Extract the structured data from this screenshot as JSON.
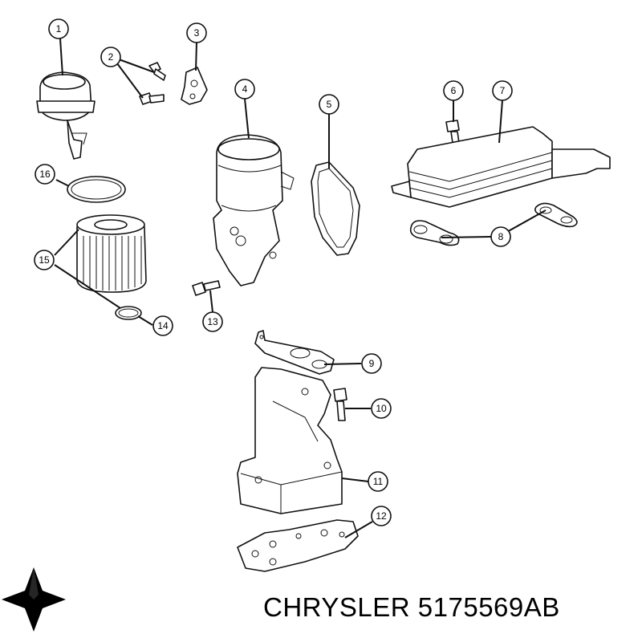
{
  "diagram": {
    "callouts": [
      "1",
      "2",
      "3",
      "4",
      "5",
      "6",
      "7",
      "8",
      "9",
      "10",
      "11",
      "12",
      "13",
      "14",
      "15",
      "16"
    ]
  },
  "caption": {
    "brand": "CHRYSLER",
    "part_number": "5175569AB"
  },
  "logo": {
    "name": "pentastar-icon",
    "color": "#000000"
  }
}
